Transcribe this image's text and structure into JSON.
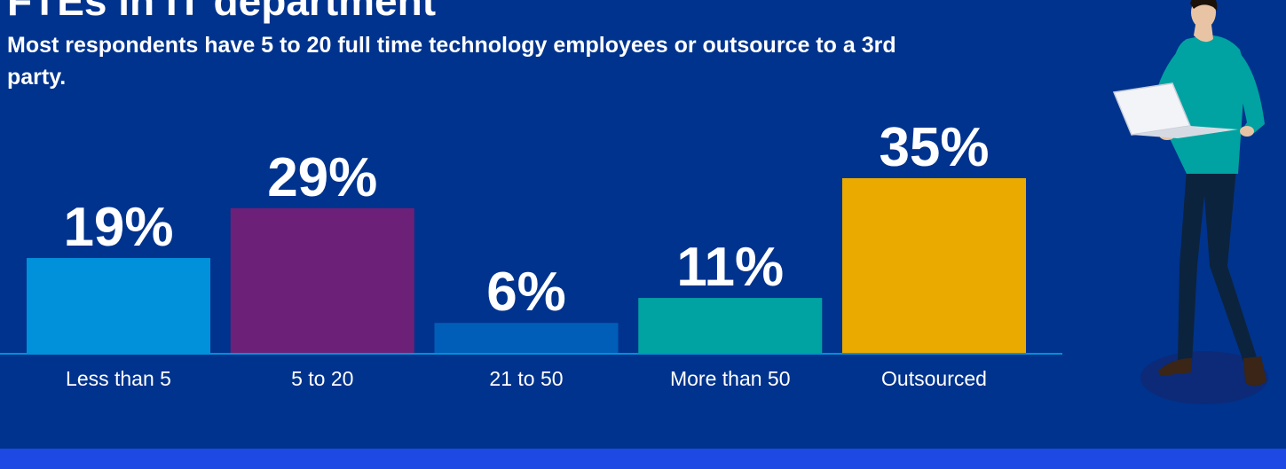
{
  "header": {
    "title": "FTEs in IT department",
    "subtitle": "Most respondents have 5 to 20 full time technology employees or outsource to a 3rd party."
  },
  "colors": {
    "background": "#00338D",
    "baseline": "#0091DA",
    "band": "#1E49E2"
  },
  "chart_data": {
    "type": "bar",
    "categories": [
      "Less than 5",
      "5 to 20",
      "21 to 50",
      "More than 50",
      "Outsourced"
    ],
    "values": [
      19,
      29,
      6,
      11,
      35
    ],
    "value_labels": [
      "19%",
      "29%",
      "6%",
      "11%",
      "35%"
    ],
    "colors": [
      "#0091DA",
      "#6D2077",
      "#005EB8",
      "#00A3A1",
      "#EAAA00"
    ],
    "title": "",
    "xlabel": "",
    "ylabel": "",
    "ylim": [
      0,
      35
    ],
    "grid": false,
    "legend": "none"
  },
  "illustration": {
    "name": "person-with-laptop-icon"
  }
}
